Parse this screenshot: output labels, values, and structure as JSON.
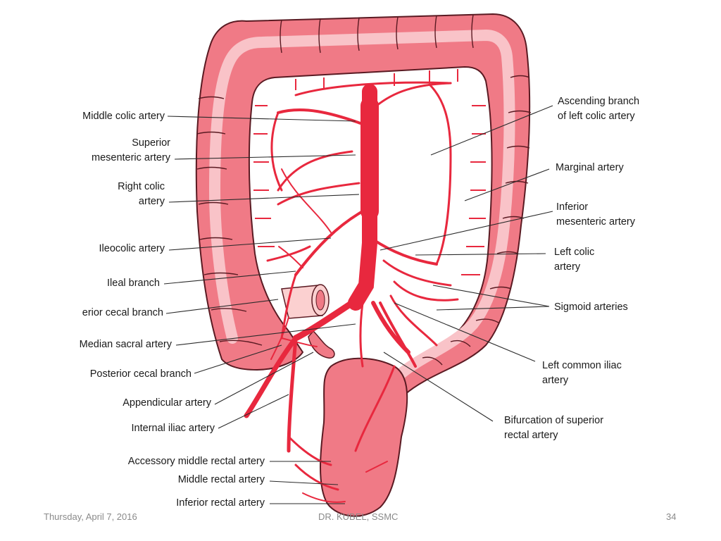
{
  "labels_left": [
    {
      "id": "middle-colic",
      "lines": [
        "Middle colic artery"
      ]
    },
    {
      "id": "superior-mesenteric",
      "lines": [
        "Superior",
        "mesenteric artery"
      ]
    },
    {
      "id": "right-colic",
      "lines": [
        "Right colic",
        "artery"
      ]
    },
    {
      "id": "ileocolic",
      "lines": [
        "Ileocolic artery"
      ]
    },
    {
      "id": "ileal-branch",
      "lines": [
        "Ileal branch"
      ]
    },
    {
      "id": "anterior-cecal",
      "lines": [
        "erior cecal branch"
      ]
    },
    {
      "id": "median-sacral",
      "lines": [
        "Median sacral artery"
      ]
    },
    {
      "id": "posterior-cecal",
      "lines": [
        "Posterior cecal branch"
      ]
    },
    {
      "id": "appendicular",
      "lines": [
        "Appendicular artery"
      ]
    },
    {
      "id": "internal-iliac",
      "lines": [
        "Internal iliac artery"
      ]
    },
    {
      "id": "accessory-middle-rectal",
      "lines": [
        "Accessory middle rectal artery"
      ]
    },
    {
      "id": "middle-rectal",
      "lines": [
        "Middle rectal artery"
      ]
    },
    {
      "id": "inferior-rectal",
      "lines": [
        "Inferior rectal artery"
      ]
    }
  ],
  "labels_right": [
    {
      "id": "ascending-left-colic",
      "lines": [
        "Ascending branch",
        "of left colic artery"
      ]
    },
    {
      "id": "marginal",
      "lines": [
        "Marginal artery"
      ]
    },
    {
      "id": "inferior-mesenteric",
      "lines": [
        "Inferior",
        "mesenteric artery"
      ]
    },
    {
      "id": "left-colic",
      "lines": [
        "Left colic",
        "artery"
      ]
    },
    {
      "id": "sigmoid",
      "lines": [
        "Sigmoid arteries"
      ]
    },
    {
      "id": "left-common-iliac",
      "lines": [
        "Left common iliac",
        "artery"
      ]
    },
    {
      "id": "bifurcation-superior-rectal",
      "lines": [
        "Bifurcation of superior",
        "rectal artery"
      ]
    }
  ],
  "footer": {
    "date": "Thursday, April 7, 2016",
    "author": "DR. KUBEL, SSMC",
    "page": "34"
  },
  "colors": {
    "colon": "#f07a86",
    "colon_outline": "#5a1a22",
    "colon_band": "#f9c3c8",
    "artery": "#e8283e",
    "cecum_stump": "#fbd0d0",
    "leader": "#2a2a2a"
  }
}
